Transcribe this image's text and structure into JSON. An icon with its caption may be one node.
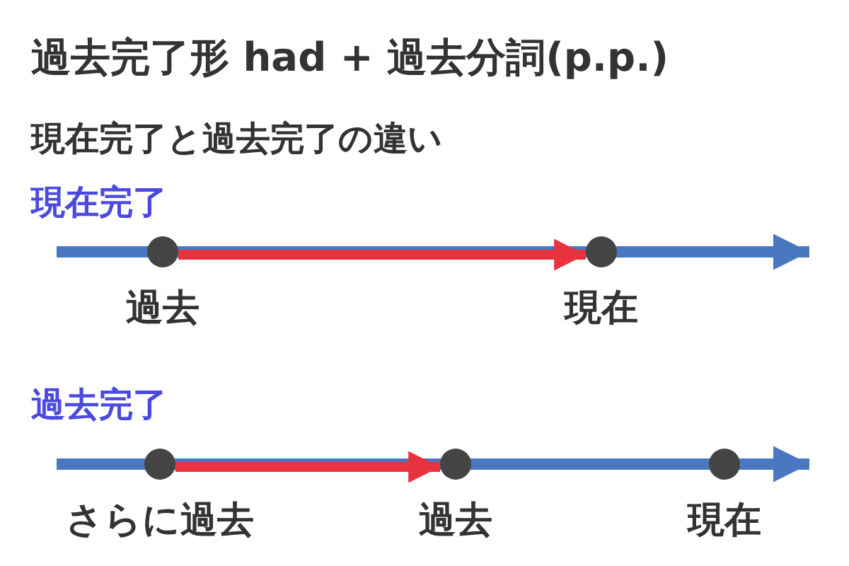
{
  "diagram": {
    "title": "過去完了形 had + 過去分詞(p.p.)",
    "nodes": [
      {
        "text": [],
        "shape": "circle",
        "beside": [
          "過去"
        ]
      },
      {
        "text": [],
        "shape": "circle",
        "beside": [
          "現在"
        ]
      },
      {
        "text": [],
        "shape": "circle",
        "beside": [
          "さらに過去"
        ]
      },
      {
        "text": [],
        "shape": "circle",
        "beside": [
          "過去"
        ]
      },
      {
        "text": [],
        "shape": "circle",
        "beside": [
          "現在"
        ]
      }
    ],
    "edges": [
      {
        "from": 0,
        "to": 1,
        "arrow": "to",
        "color": "#e8323e"
      },
      {
        "from": 2,
        "to": 3,
        "arrow": "to",
        "color": "#e8323e"
      }
    ],
    "labels": [
      "現在完了と過去完了の違い",
      "現在完了",
      "過去完了"
    ]
  }
}
